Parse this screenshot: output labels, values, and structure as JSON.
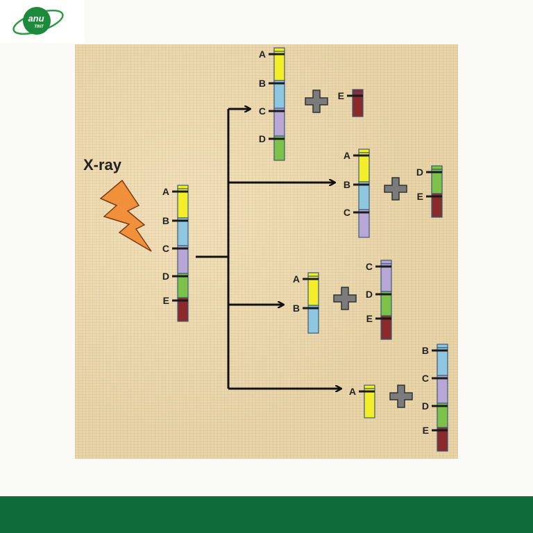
{
  "logo": {
    "line1": "anu",
    "line2": "TINT",
    "colors": {
      "ball": "#1b8a3a",
      "orbit": "#2e9a45"
    }
  },
  "diagram": {
    "xray_label": "X-ray",
    "colors": {
      "A": "#f4ee2a",
      "B": "#8fc6e0",
      "C": "#b8a6d4",
      "D": "#7cc24a",
      "E": "#8a2a2a",
      "plus": "#7b7b7b",
      "bolt": "#f0903a",
      "band": "#1a1a1a"
    },
    "original": {
      "segments": [
        "A",
        "B",
        "C",
        "D",
        "E"
      ],
      "labels": [
        "A",
        "B",
        "C",
        "D",
        "E"
      ]
    },
    "products": [
      {
        "left": {
          "segments": [
            "A",
            "B",
            "C",
            "D"
          ],
          "labels": [
            "A",
            "B",
            "C",
            "D"
          ]
        },
        "right": {
          "segments": [
            "E"
          ],
          "labels": [
            "E"
          ]
        }
      },
      {
        "left": {
          "segments": [
            "A",
            "B",
            "C"
          ],
          "labels": [
            "A",
            "B",
            "C"
          ]
        },
        "right": {
          "segments": [
            "D",
            "E"
          ],
          "labels": [
            "D",
            "E"
          ]
        }
      },
      {
        "left": {
          "segments": [
            "A",
            "B"
          ],
          "labels": [
            "A",
            "B"
          ]
        },
        "right": {
          "segments": [
            "C",
            "D",
            "E"
          ],
          "labels": [
            "C",
            "D",
            "E"
          ]
        }
      },
      {
        "left": {
          "segments": [
            "A"
          ],
          "labels": [
            "A"
          ]
        },
        "right": {
          "segments": [
            "B",
            "C",
            "D",
            "E"
          ],
          "labels": [
            "B",
            "C",
            "D",
            "E"
          ]
        }
      }
    ]
  },
  "footer": {
    "color": "#0e6b3a"
  }
}
